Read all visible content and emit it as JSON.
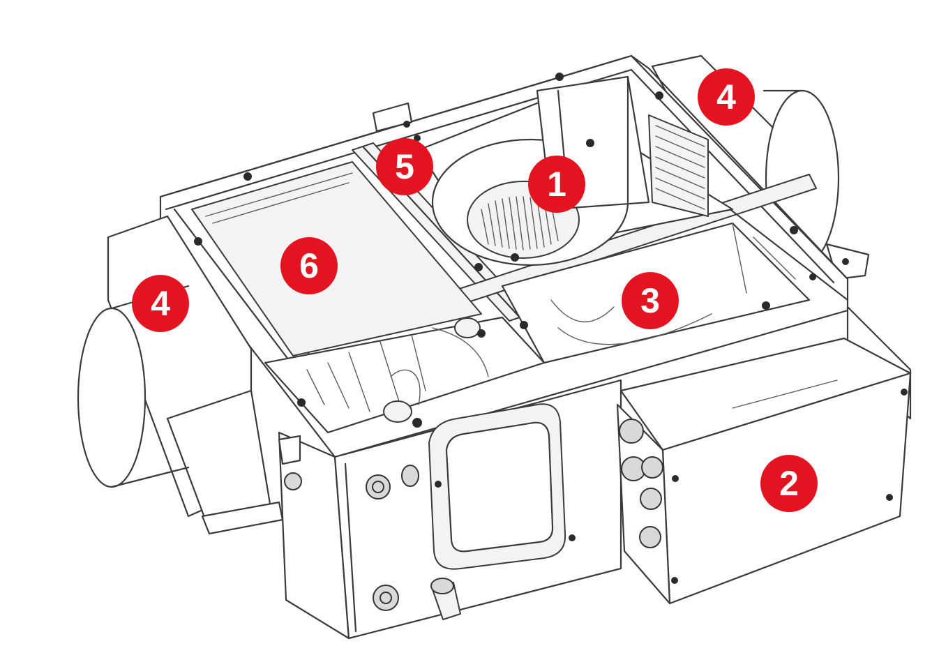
{
  "markers": {
    "color": "#e3141f",
    "text_color": "#ffffff",
    "items": [
      {
        "id": "m1",
        "label": "1"
      },
      {
        "id": "m2",
        "label": "2"
      },
      {
        "id": "m3",
        "label": "3"
      },
      {
        "id": "m4a",
        "label": "4"
      },
      {
        "id": "m4b",
        "label": "4"
      },
      {
        "id": "m5",
        "label": "5"
      },
      {
        "id": "m6",
        "label": "6"
      }
    ]
  }
}
